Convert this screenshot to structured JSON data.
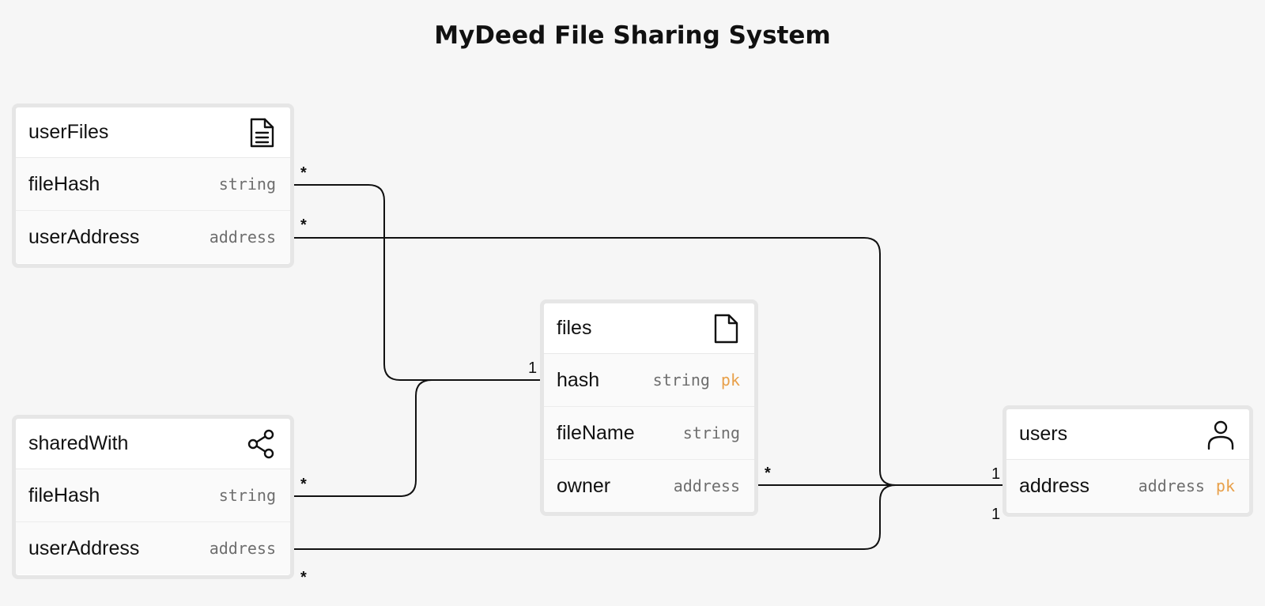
{
  "title": "MyDeed File Sharing System",
  "colors": {
    "background": "#f6f6f6",
    "pk": "#e8a04a",
    "type": "#6e6e6e",
    "line": "#111111"
  },
  "tables": {
    "userFiles": {
      "name": "userFiles",
      "icon": "document-text-icon",
      "fields": [
        {
          "name": "fileHash",
          "type": "string"
        },
        {
          "name": "userAddress",
          "type": "address"
        }
      ]
    },
    "sharedWith": {
      "name": "sharedWith",
      "icon": "share-icon",
      "fields": [
        {
          "name": "fileHash",
          "type": "string"
        },
        {
          "name": "userAddress",
          "type": "address"
        }
      ]
    },
    "files": {
      "name": "files",
      "icon": "file-icon",
      "fields": [
        {
          "name": "hash",
          "type": "string",
          "key": "pk"
        },
        {
          "name": "fileName",
          "type": "string"
        },
        {
          "name": "owner",
          "type": "address"
        }
      ]
    },
    "users": {
      "name": "users",
      "icon": "user-icon",
      "fields": [
        {
          "name": "address",
          "type": "address",
          "key": "pk"
        }
      ]
    }
  },
  "relations": [
    {
      "from": "userFiles.fileHash",
      "to": "files.hash",
      "from_card": "*",
      "to_card": "1"
    },
    {
      "from": "sharedWith.fileHash",
      "to": "files.hash",
      "from_card": "*",
      "to_card": "1"
    },
    {
      "from": "userFiles.userAddress",
      "to": "users.address",
      "from_card": "*",
      "to_card": "1"
    },
    {
      "from": "sharedWith.userAddress",
      "to": "users.address",
      "from_card": "*",
      "to_card": "1"
    },
    {
      "from": "files.owner",
      "to": "users.address",
      "from_card": "*",
      "to_card": "1"
    }
  ]
}
